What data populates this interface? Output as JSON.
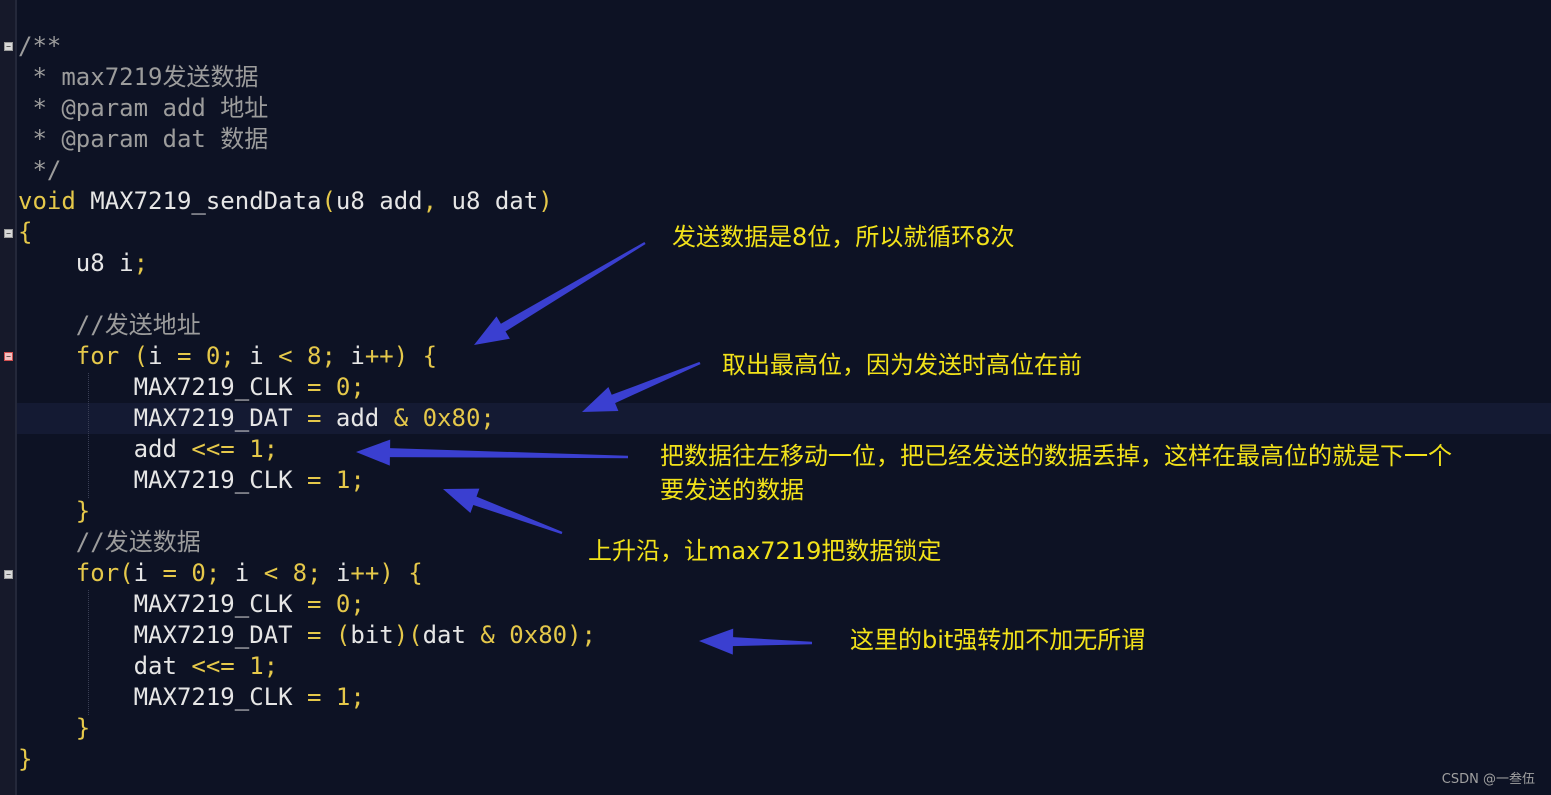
{
  "code": {
    "lines": [
      {
        "segments": [
          {
            "cls": "c",
            "text": "/**"
          }
        ]
      },
      {
        "segments": [
          {
            "cls": "c",
            "text": " * max7219发送数据"
          }
        ]
      },
      {
        "segments": [
          {
            "cls": "c",
            "text": " * @param add 地址"
          }
        ]
      },
      {
        "segments": [
          {
            "cls": "c",
            "text": " * @param dat 数据"
          }
        ]
      },
      {
        "segments": [
          {
            "cls": "c",
            "text": " */"
          }
        ]
      },
      {
        "segments": [
          {
            "cls": "k",
            "text": "void"
          },
          {
            "cls": "t",
            "text": " MAX7219_sendData"
          },
          {
            "cls": "p",
            "text": "("
          },
          {
            "cls": "t",
            "text": "u8 add"
          },
          {
            "cls": "p",
            "text": ","
          },
          {
            "cls": "t",
            "text": " u8 dat"
          },
          {
            "cls": "p",
            "text": ")"
          }
        ]
      },
      {
        "segments": [
          {
            "cls": "p",
            "text": "{"
          }
        ]
      },
      {
        "segments": [
          {
            "cls": "t",
            "text": "    u8 i"
          },
          {
            "cls": "p",
            "text": ";"
          }
        ]
      },
      {
        "segments": []
      },
      {
        "segments": [
          {
            "cls": "c",
            "text": "    //发送地址"
          }
        ]
      },
      {
        "segments": [
          {
            "cls": "k",
            "text": "    for"
          },
          {
            "cls": "p",
            "text": " ("
          },
          {
            "cls": "t",
            "text": "i "
          },
          {
            "cls": "o",
            "text": "="
          },
          {
            "cls": "n",
            "text": " 0"
          },
          {
            "cls": "p",
            "text": ";"
          },
          {
            "cls": "t",
            "text": " i "
          },
          {
            "cls": "o",
            "text": "<"
          },
          {
            "cls": "n",
            "text": " 8"
          },
          {
            "cls": "p",
            "text": ";"
          },
          {
            "cls": "t",
            "text": " i"
          },
          {
            "cls": "o",
            "text": "++"
          },
          {
            "cls": "p",
            "text": ") {"
          }
        ]
      },
      {
        "segments": [
          {
            "cls": "t",
            "text": "        MAX7219_CLK "
          },
          {
            "cls": "o",
            "text": "="
          },
          {
            "cls": "n",
            "text": " 0"
          },
          {
            "cls": "p",
            "text": ";"
          }
        ]
      },
      {
        "segments": [
          {
            "cls": "t",
            "text": "        MAX7219_DAT "
          },
          {
            "cls": "o",
            "text": "="
          },
          {
            "cls": "t",
            "text": " add "
          },
          {
            "cls": "o",
            "text": "&"
          },
          {
            "cls": "n",
            "text": " 0x80"
          },
          {
            "cls": "p",
            "text": ";"
          }
        ]
      },
      {
        "segments": [
          {
            "cls": "t",
            "text": "        add "
          },
          {
            "cls": "o",
            "text": "<<="
          },
          {
            "cls": "n",
            "text": " 1"
          },
          {
            "cls": "p",
            "text": ";"
          }
        ]
      },
      {
        "segments": [
          {
            "cls": "t",
            "text": "        MAX7219_CLK "
          },
          {
            "cls": "o",
            "text": "="
          },
          {
            "cls": "n",
            "text": " 1"
          },
          {
            "cls": "p",
            "text": ";"
          }
        ]
      },
      {
        "segments": [
          {
            "cls": "p",
            "text": "    }"
          }
        ]
      },
      {
        "segments": [
          {
            "cls": "c",
            "text": "    //发送数据"
          }
        ]
      },
      {
        "segments": [
          {
            "cls": "k",
            "text": "    for"
          },
          {
            "cls": "p",
            "text": "("
          },
          {
            "cls": "t",
            "text": "i "
          },
          {
            "cls": "o",
            "text": "="
          },
          {
            "cls": "n",
            "text": " 0"
          },
          {
            "cls": "p",
            "text": ";"
          },
          {
            "cls": "t",
            "text": " i "
          },
          {
            "cls": "o",
            "text": "<"
          },
          {
            "cls": "n",
            "text": " 8"
          },
          {
            "cls": "p",
            "text": ";"
          },
          {
            "cls": "t",
            "text": " i"
          },
          {
            "cls": "o",
            "text": "++"
          },
          {
            "cls": "p",
            "text": ") {"
          }
        ]
      },
      {
        "segments": [
          {
            "cls": "t",
            "text": "        MAX7219_CLK "
          },
          {
            "cls": "o",
            "text": "="
          },
          {
            "cls": "n",
            "text": " 0"
          },
          {
            "cls": "p",
            "text": ";"
          }
        ]
      },
      {
        "segments": [
          {
            "cls": "t",
            "text": "        MAX7219_DAT "
          },
          {
            "cls": "o",
            "text": "="
          },
          {
            "cls": "p",
            "text": " ("
          },
          {
            "cls": "t",
            "text": "bit"
          },
          {
            "cls": "p",
            "text": ")("
          },
          {
            "cls": "t",
            "text": "dat "
          },
          {
            "cls": "o",
            "text": "&"
          },
          {
            "cls": "n",
            "text": " 0x80"
          },
          {
            "cls": "p",
            "text": ");"
          }
        ]
      },
      {
        "segments": [
          {
            "cls": "t",
            "text": "        dat "
          },
          {
            "cls": "o",
            "text": "<<="
          },
          {
            "cls": "n",
            "text": " 1"
          },
          {
            "cls": "p",
            "text": ";"
          }
        ]
      },
      {
        "segments": [
          {
            "cls": "t",
            "text": "        MAX7219_CLK "
          },
          {
            "cls": "o",
            "text": "="
          },
          {
            "cls": "n",
            "text": " 1"
          },
          {
            "cls": "p",
            "text": ";"
          }
        ]
      },
      {
        "segments": [
          {
            "cls": "p",
            "text": "    }"
          }
        ]
      },
      {
        "segments": [
          {
            "cls": "p",
            "text": "}"
          }
        ]
      }
    ]
  },
  "annotations": {
    "loop8": "发送数据是8位，所以就循环8次",
    "msb": "取出最高位，因为发送时高位在前",
    "shift_line1": "把数据往左移动一位，把已经发送的数据丢掉，这样在最高位的就是下一个",
    "shift_line2": "要发送的数据",
    "rising_edge": "上升沿，让max7219把数据锁定",
    "bitcast": "这里的bit强转加不加无所谓"
  },
  "fold_markers": [
    "−",
    "−",
    "−",
    "−"
  ],
  "watermark": "CSDN @一叁伍",
  "colors": {
    "background": "#0d1224",
    "comment": "#9c9c9c",
    "keyword": "#e5c84a",
    "text": "#e6e6e6",
    "annotation": "#f2e21a",
    "arrow": "#3a3fd0"
  }
}
